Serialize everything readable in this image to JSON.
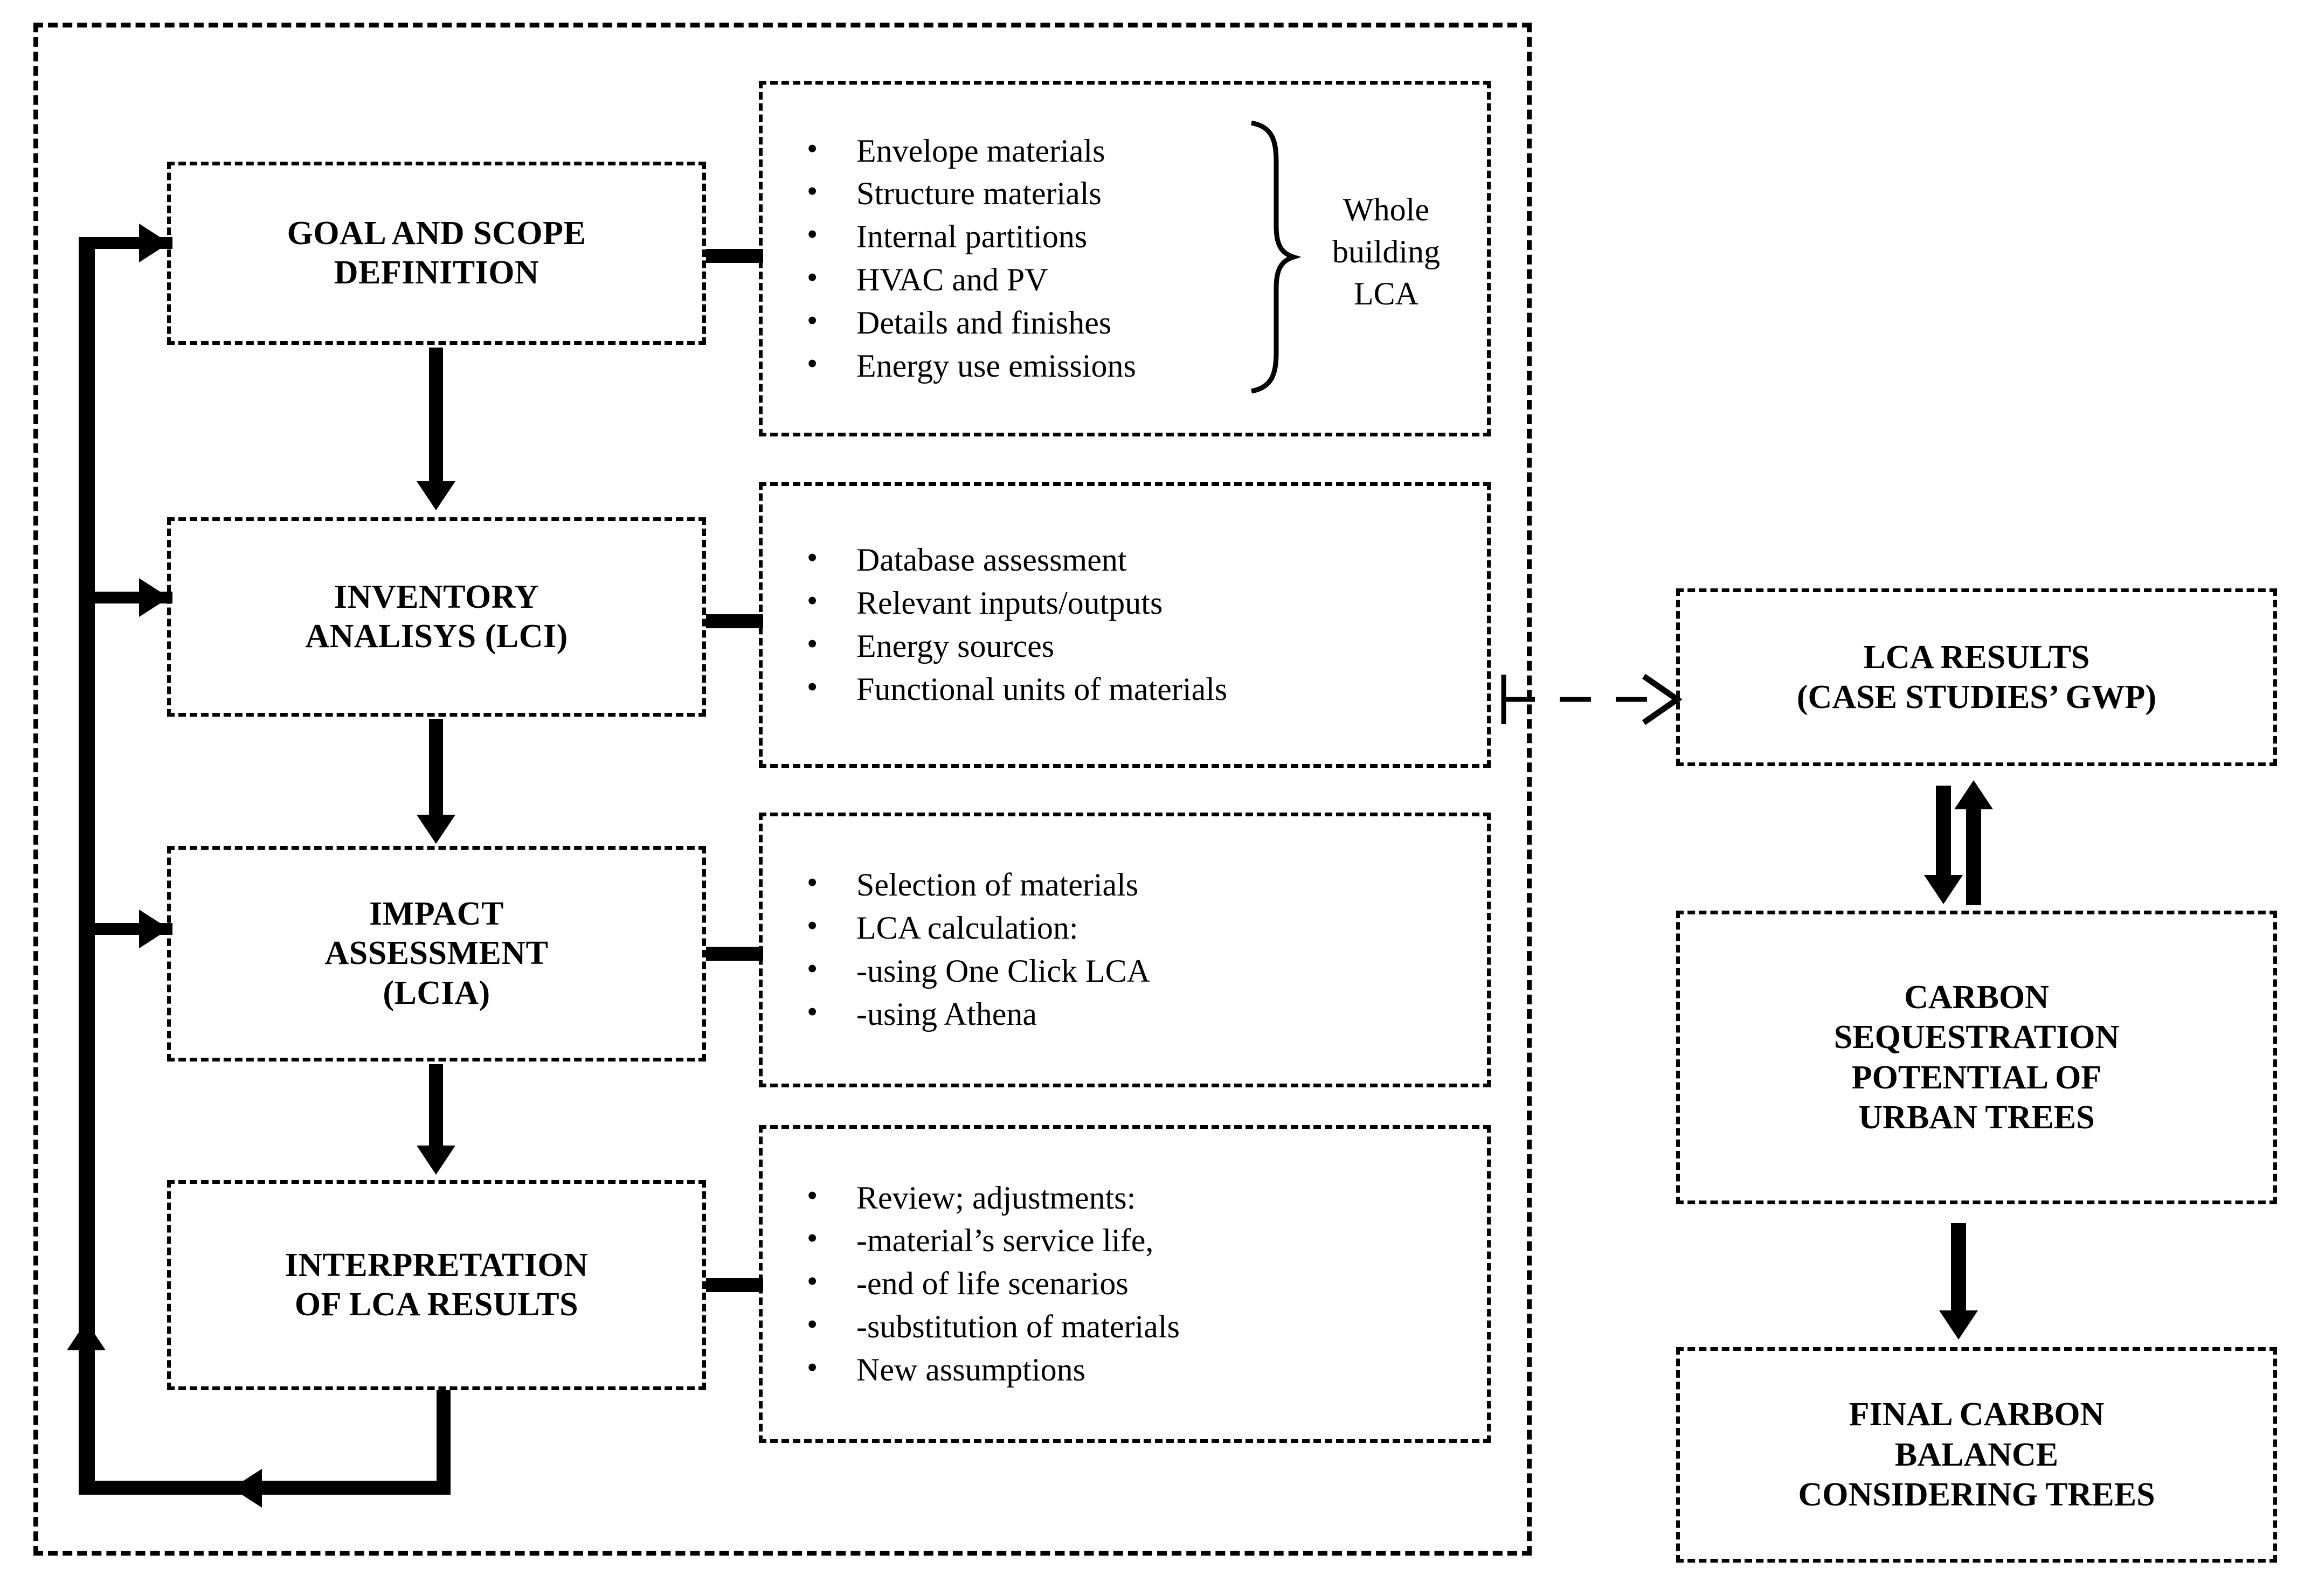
{
  "diagram": {
    "title": "LCA methodology framework with urban tree carbon sequestration",
    "colors": {
      "stroke": "#000000",
      "background": "#ffffff"
    }
  },
  "lca_flow": {
    "stages": [
      {
        "id": "goal-scope",
        "label": "GOAL AND SCOPE\nDEFINITION"
      },
      {
        "id": "inventory",
        "label": "INVENTORY\nANALISYS (LCI)"
      },
      {
        "id": "impact",
        "label": "IMPACT\nASSESSMENT\n(LCIA)"
      },
      {
        "id": "interpretation",
        "label": "INTERPRETATION\nOF LCA RESULTS"
      }
    ],
    "detail_panels": [
      {
        "id": "goal-scope-details",
        "items": [
          "Envelope materials",
          "Structure materials",
          "Internal partitions",
          "HVAC and PV",
          "Details and finishes",
          "Energy use emissions"
        ],
        "brace_label": "Whole\nbuilding\nLCA"
      },
      {
        "id": "inventory-details",
        "items": [
          "Database assessment",
          "Relevant inputs/outputs",
          "Energy sources",
          "Functional units of materials"
        ]
      },
      {
        "id": "impact-details",
        "items": [
          "Selection of materials",
          "LCA calculation:"
        ],
        "sub_items": [
          "-using One Click LCA",
          "-using Athena"
        ]
      },
      {
        "id": "interpretation-details",
        "items": [
          "Review; adjustments:"
        ],
        "sub_items": [
          "-material’s service life,",
          "-end of life scenarios",
          "-substitution of materials"
        ],
        "trailing_items": [
          "New assumptions"
        ]
      }
    ]
  },
  "results_column": {
    "boxes": [
      {
        "id": "lca-results",
        "label": "LCA RESULTS\n(CASE STUDIES’ GWP)"
      },
      {
        "id": "carbon-sequestration",
        "label": "CARBON\nSEQUESTRATION\nPOTENTIAL OF\nURBAN TREES"
      },
      {
        "id": "final-carbon-balance",
        "label": "FINAL CARBON\nBALANCE\nCONSIDERING TREES"
      }
    ]
  },
  "connectors": [
    {
      "id": "goal-to-inventory",
      "type": "arrow-down",
      "style": "solid-thick"
    },
    {
      "id": "inventory-to-impact",
      "type": "arrow-down",
      "style": "solid-thick"
    },
    {
      "id": "impact-to-interpretation",
      "type": "arrow-down",
      "style": "solid-thick"
    },
    {
      "id": "feedback-loop",
      "type": "loop-left",
      "style": "solid-thick"
    },
    {
      "id": "lci-to-lca-results",
      "type": "arrow-right",
      "style": "dashed-thin"
    },
    {
      "id": "results-to-sequestration-down",
      "type": "arrow-down",
      "style": "solid-thick"
    },
    {
      "id": "sequestration-to-results-up",
      "type": "arrow-up",
      "style": "solid-thick"
    },
    {
      "id": "sequestration-to-balance",
      "type": "arrow-down",
      "style": "solid-thick"
    }
  ]
}
